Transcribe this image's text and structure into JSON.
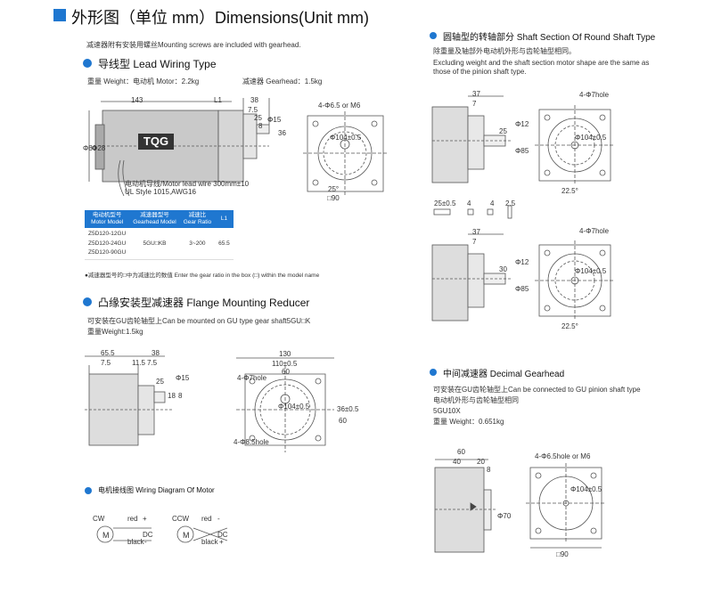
{
  "header": {
    "title": "外形图（单位 mm）Dimensions(Unit mm)"
  },
  "note_top": "减速器附有安装用螺丝Mounting screws are included with gearhead.",
  "lead_wiring": {
    "title": "导线型 Lead Wiring Type",
    "weight_motor": "重量 Weight：电动机 Motor：2.2kg",
    "weight_gearhead": "减速器 Gearhead：1.5kg",
    "brand": "TQG",
    "lead_note_1": "电动机导线/Motor lead wire 300mm±10",
    "lead_note_2": "UL Style 1015,AWG16",
    "dims": {
      "d143": "143",
      "l1": "L1",
      "d38": "38",
      "d7_5": "7.5",
      "d25": "25",
      "d8": "8",
      "d15": "Φ15",
      "d36": "36",
      "d80": "Φ80",
      "d28": "Φ28",
      "d90": "□90",
      "hole": "4-Φ6.5 or M6",
      "phi104": "Φ104±0.5",
      "d25b": "25°"
    }
  },
  "spec_table": {
    "headers": [
      [
        "电动机型号",
        "Motor Model"
      ],
      [
        "减速器型号",
        "Gearhead Model"
      ],
      [
        "减速比",
        "Gear Ratio"
      ],
      [
        "L1",
        ""
      ]
    ],
    "motor_models": [
      "Z5D120-12GU",
      "Z5D120-24GU",
      "Z5D120-90GU"
    ],
    "gearhead_model": "5GU□KB",
    "gear_ratio": "3~200",
    "l1": "65.5"
  },
  "spec_note": "●减速器型号的□中为减速比的数值 Enter the gear ratio in the box (□) within the model name",
  "flange": {
    "title": "凸缘安装型减速器 Flange Mounting Reducer",
    "desc": "可安装在GU齿轮轴型上Can be mounted on GU type gear shaft5GU□K",
    "weight": "重量Weight:1.5kg",
    "dims": {
      "d65_5": "65.5",
      "d38": "38",
      "d7_5": "7.5",
      "d11_5": "11.5",
      "d7_5b": "7.5",
      "d25": "25",
      "d15": "Φ15",
      "d18": "18",
      "d8": "8",
      "d130": "130",
      "d110": "110±0.5",
      "d60": "60",
      "hole7": "4-Φ7hole",
      "hole8": "4-Φ8.5hole",
      "phi104": "Φ104±0.5",
      "d36": "36±0.5",
      "d60b": "60"
    }
  },
  "wiring": {
    "title": "电机接线图 Wiring Diagram Of Motor",
    "cw": "CW",
    "ccw": "CCW",
    "red": "red",
    "black": "black",
    "dc": "DC",
    "m": "M",
    "plus": "+",
    "minus": "-"
  },
  "round_shaft": {
    "title": "圆轴型的转轴部分 Shaft Section Of Round Shaft Type",
    "desc_cn": "除重量及轴部外电动机外形与齿轮轴型相同。",
    "desc_en_1": "Excluding weight and the shaft section motor shape are the same as",
    "desc_en_2": "those of the pinion shaft type.",
    "dims": {
      "d37": "37",
      "d7": "7",
      "d25": "25",
      "d12": "Φ12",
      "d85": "Φ85",
      "hole7": "4-Φ7hole",
      "phi104": "Φ104±0.5",
      "d22_5": "22.5°",
      "key25": "25±0.5",
      "key4": "4",
      "key4h": "4",
      "key2_5": "2.5",
      "d30": "30",
      "d37b": "37",
      "d7b": "7"
    }
  },
  "decimal": {
    "title": "中间减速器 Decimal Gearhead",
    "desc": "可安装在GU齿轮轴型上Can be connected to GU pinion shaft type",
    "desc2": "电动机外形与齿轮轴型相同",
    "model": "5GU10X",
    "weight": "重量 Weight：0.651kg",
    "dims": {
      "d60": "60",
      "d40": "40",
      "d20": "20",
      "d8": "8",
      "d70": "Φ70",
      "hole": "4-Φ6.5hole or M6",
      "phi104": "Φ104±0.5",
      "d90": "□90"
    }
  }
}
